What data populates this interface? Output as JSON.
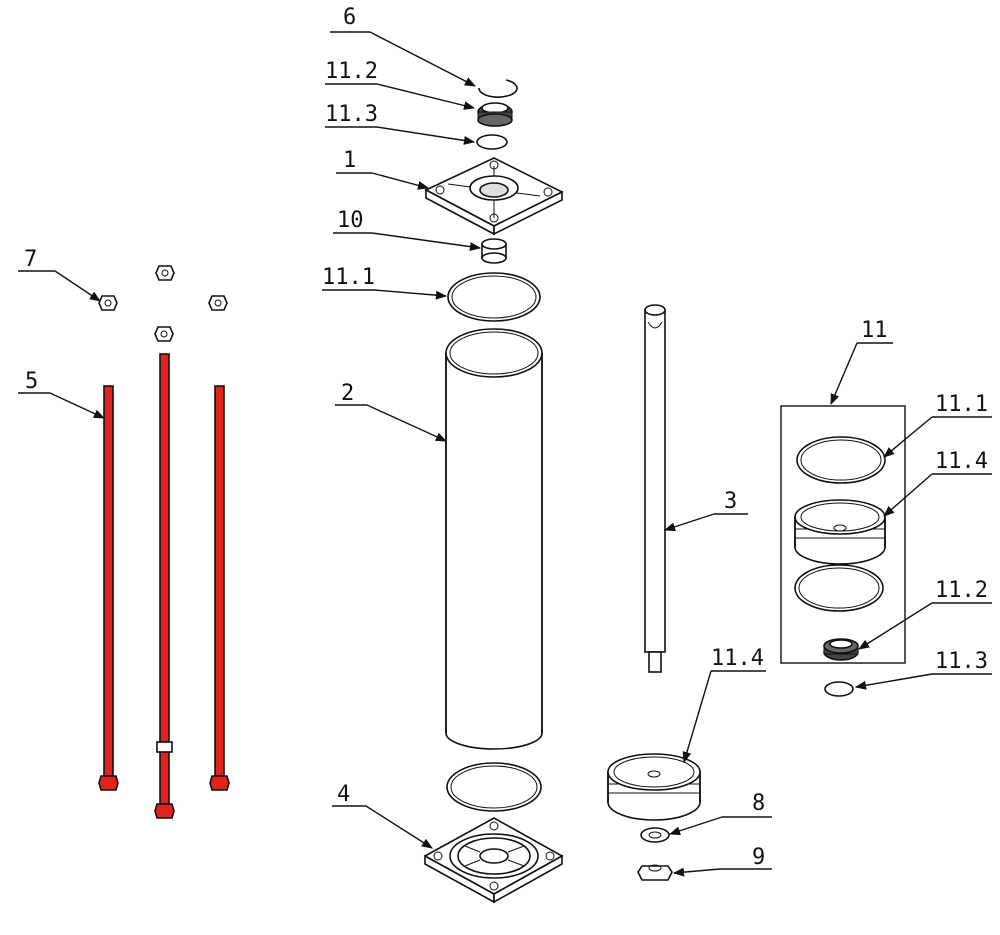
{
  "labels": {
    "cap_top": "1",
    "cylinder": "2",
    "piston_rod": "3",
    "cap_bottom": "4",
    "tie_rod": "5",
    "retaining_ring": "6",
    "nut_small": "7",
    "washer": "8",
    "rod_nut": "9",
    "bushing": "10",
    "seal_kit": "11",
    "oring_top": "11.1",
    "rod_seal_top": "11.2",
    "ring_top": "11.3",
    "piston_main": "11.4",
    "kit_oring": "11.1",
    "kit_piston": "11.4",
    "kit_rod_seal": "11.2",
    "kit_ring": "11.3"
  },
  "colors": {
    "tie_rod": "#e0241b",
    "line": "#111111",
    "background": "#ffffff"
  }
}
